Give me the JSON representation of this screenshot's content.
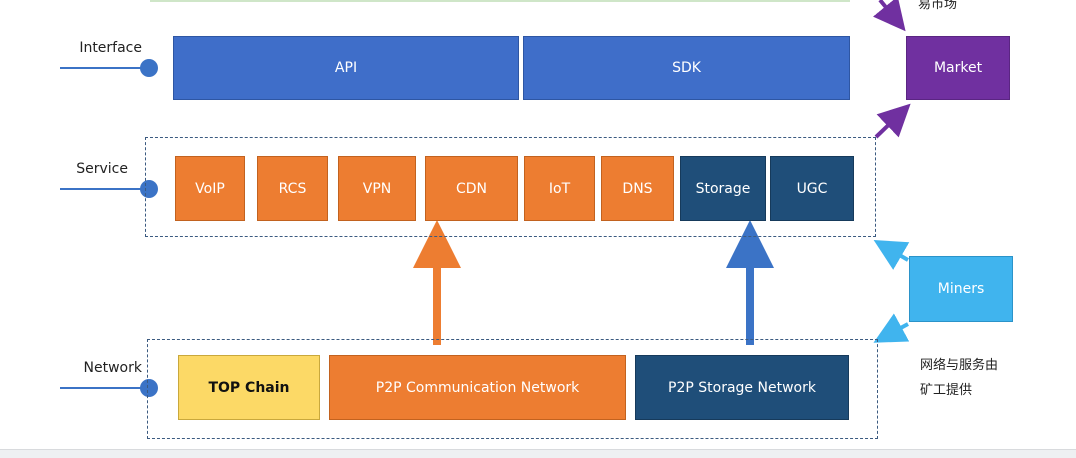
{
  "layers": {
    "interface": "Interface",
    "service": "Service",
    "network": "Network"
  },
  "interface_boxes": {
    "api": "API",
    "sdk": "SDK"
  },
  "services": {
    "voip": "VoIP",
    "rcs": "RCS",
    "vpn": "VPN",
    "cdn": "CDN",
    "iot": "IoT",
    "dns": "DNS",
    "storage": "Storage",
    "ugc": "UGC"
  },
  "network_boxes": {
    "top_chain": "TOP Chain",
    "p2p_comm": "P2P Communication Network",
    "p2p_storage": "P2P Storage Network"
  },
  "side": {
    "market": "Market",
    "miners": "Miners",
    "market_note": "易市场",
    "miners_note_line1": "网络与服务由",
    "miners_note_line2": "矿工提供"
  },
  "colors": {
    "interface_blue": "#3f6ec9",
    "service_orange": "#ed7d31",
    "storage_navy": "#1f4e79",
    "chain_yellow": "#fcd966",
    "market_purple": "#7030a0",
    "miners_sky": "#40b4ee",
    "connector_blue": "#3b73c6"
  }
}
